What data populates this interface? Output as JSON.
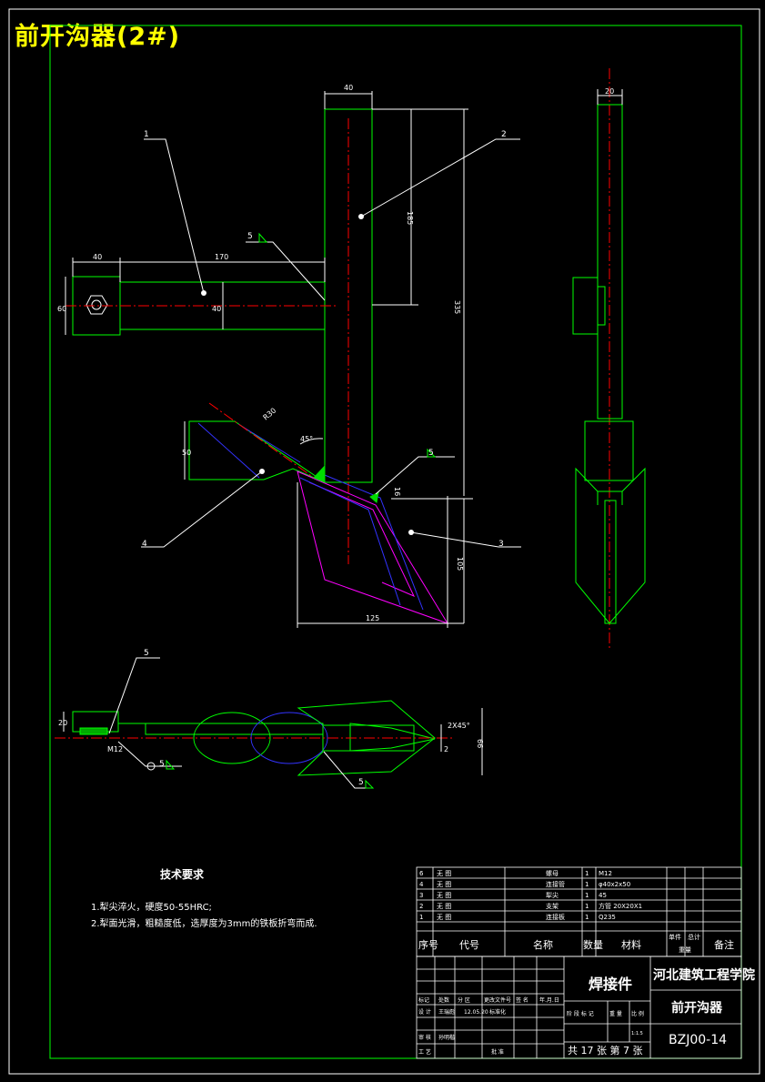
{
  "header": {
    "title": "前开沟器(2#)"
  },
  "dims": {
    "d40_top": "40",
    "d20": "20",
    "d40_left": "40",
    "d170": "170",
    "d60": "60",
    "d40_mid": "40",
    "d185": "185",
    "d335": "335",
    "r30": "R30",
    "a45": "45°",
    "d50": "50",
    "d16": "16",
    "d105": "105",
    "d125": "125",
    "d20b": "20",
    "m12": "M12",
    "c2": "2X45°",
    "d2": "2",
    "d66": "66"
  },
  "callouts": {
    "c1": "1",
    "c2": "2",
    "c3": "3",
    "c4": "4",
    "c5a": "5",
    "c5b": "5",
    "c5c": "5",
    "c5d": "5",
    "c5e": "5"
  },
  "tech": {
    "heading": "技术要求",
    "line1": "1.犁尖淬火，硬度50-55HRC;",
    "line2": "2.犁面光滑，粗糙度低，选厚度为3mm的铁板折弯而成."
  },
  "bom": {
    "rows": [
      {
        "no": "6",
        "code": "无 图",
        "name": "螺母",
        "qty": "1",
        "mat": "M12"
      },
      {
        "no": "4",
        "code": "无 图",
        "name": "连接管",
        "qty": "1",
        "mat": "φ40x2x50"
      },
      {
        "no": "3",
        "code": "无 图",
        "name": "犁尖",
        "qty": "1",
        "mat": "45"
      },
      {
        "no": "2",
        "code": "无 图",
        "name": "支架",
        "qty": "1",
        "mat": "方管 20X20X1"
      },
      {
        "no": "1",
        "code": "无 图",
        "name": "连接板",
        "qty": "1",
        "mat": "Q235"
      }
    ],
    "header": {
      "no": "序号",
      "code": "代号",
      "name": "名称",
      "qty": "数量",
      "mat": "材料",
      "unit": "单件",
      "total": "总计",
      "weight": "重量",
      "note": "备注"
    }
  },
  "titleblock": {
    "part": "焊接件",
    "school": "河北建筑工程学院",
    "drawing_name": "前开沟器",
    "code": "BZJ00-14",
    "scale_small": "1:1.5",
    "sheets": "共 17 张   第 7 张",
    "r1": [
      "标记",
      "处数",
      "分 区",
      "更改文件号",
      "签 名",
      "年.月.日"
    ],
    "r2": [
      "设 计",
      "王瑞彪",
      "12.05.20",
      "标准化"
    ],
    "r3": [
      "阶 段 标 记",
      "重 量",
      "比 例"
    ],
    "r4": [
      "审 核",
      "孙明楷"
    ],
    "r5": [
      "工 艺",
      "批 准"
    ]
  },
  "colors": {
    "outline": "#00ff00",
    "center": "#ff0000",
    "hidden": "#3333ff",
    "share": "#ff00ff",
    "text": "#ffffff",
    "title": "#ffff00"
  }
}
